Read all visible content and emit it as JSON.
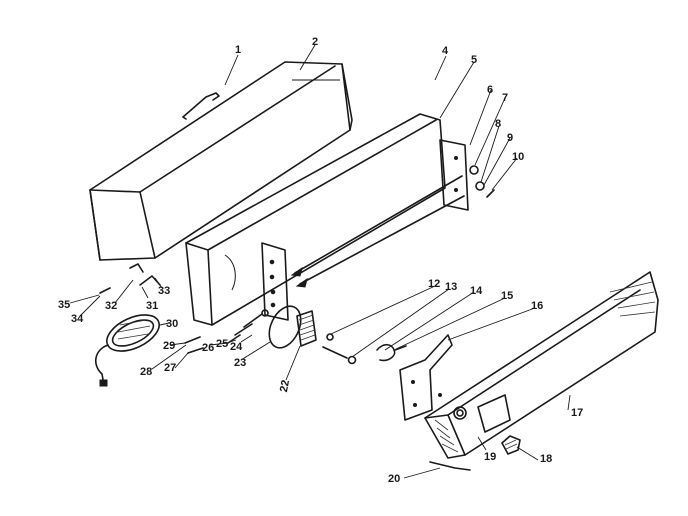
{
  "callouts": [
    {
      "id": "1",
      "text": "1"
    },
    {
      "id": "2",
      "text": "2"
    },
    {
      "id": "4",
      "text": "4"
    },
    {
      "id": "5",
      "text": "5"
    },
    {
      "id": "6",
      "text": "6"
    },
    {
      "id": "7",
      "text": "7"
    },
    {
      "id": "8a",
      "text": "8"
    },
    {
      "id": "9",
      "text": "9"
    },
    {
      "id": "10",
      "text": "10"
    },
    {
      "id": "12",
      "text": "12"
    },
    {
      "id": "13",
      "text": "13"
    },
    {
      "id": "14",
      "text": "14"
    },
    {
      "id": "15",
      "text": "15"
    },
    {
      "id": "16",
      "text": "16"
    },
    {
      "id": "17",
      "text": "17"
    },
    {
      "id": "18",
      "text": "18"
    },
    {
      "id": "19",
      "text": "19"
    },
    {
      "id": "20",
      "text": "20"
    },
    {
      "id": "22",
      "text": "22"
    },
    {
      "id": "23",
      "text": "23"
    },
    {
      "id": "24",
      "text": "24"
    },
    {
      "id": "25",
      "text": "25"
    },
    {
      "id": "26",
      "text": "26"
    },
    {
      "id": "27",
      "text": "27"
    },
    {
      "id": "28",
      "text": "28"
    },
    {
      "id": "29",
      "text": "29"
    },
    {
      "id": "30",
      "text": "30"
    },
    {
      "id": "31",
      "text": "31"
    },
    {
      "id": "32",
      "text": "32"
    },
    {
      "id": "33",
      "text": "33"
    },
    {
      "id": "34",
      "text": "34"
    },
    {
      "id": "35",
      "text": "35"
    }
  ]
}
